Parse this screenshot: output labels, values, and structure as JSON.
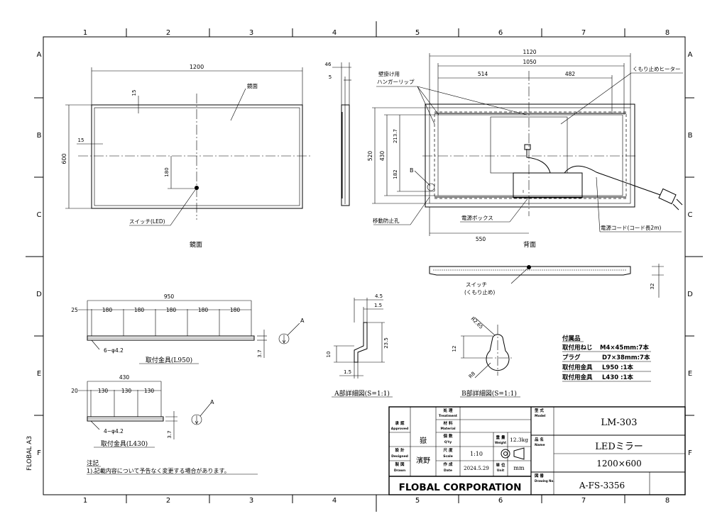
{
  "grid": {
    "columns": [
      "1",
      "2",
      "3",
      "4",
      "5",
      "6",
      "7",
      "8"
    ],
    "rows": [
      "A",
      "B",
      "C",
      "D",
      "E",
      "F"
    ]
  },
  "sheet_size_label": "FLOBAL A3",
  "front_view": {
    "caption": "鏡面",
    "label_mirror": "鏡面",
    "label_switch": "スイッチ(LED)",
    "dim_width": "1200",
    "dim_height": "600",
    "dim_top_margin": "15",
    "dim_side_margin": "15",
    "dim_switch_height": "180"
  },
  "side_view": {
    "dim_depth": "46",
    "dim_thickness": "5"
  },
  "back_view": {
    "caption": "背面",
    "label_hanger": "壁掛け用\nハンガーリップ",
    "label_hanger_1": "壁掛け用",
    "label_hanger_2": "ハンガーリップ",
    "label_heater": "くもり止めヒーター",
    "label_power_box": "電源ボックス",
    "label_cord": "電源コード(コード長2m)",
    "label_anti_move": "移動防止孔",
    "label_b": "B",
    "dim_1120": "1120",
    "dim_1050": "1050",
    "dim_514": "514",
    "dim_482": "482",
    "dim_520": "520",
    "dim_430": "430",
    "dim_213_7": "213.7",
    "dim_182": "182",
    "dim_550": "550"
  },
  "bottom_view": {
    "label_switch_1": "スイッチ",
    "label_switch_2": "(くもり止め)",
    "dim_32": "32"
  },
  "bracket_950": {
    "caption": "取付金具(L950)",
    "dim_total": "950",
    "dim_edge": "25",
    "dim_pitch": "180",
    "holes": "6−φ4.2",
    "dim_37": "3.7",
    "label_a": "A"
  },
  "bracket_430": {
    "caption": "取付金具(L430)",
    "dim_total": "430",
    "dim_edge": "20",
    "dim_pitch": "130",
    "holes": "4−φ4.2",
    "dim_37": "3.7",
    "label_a": "A"
  },
  "detail_a": {
    "caption": "A部詳細図(S=1:1)",
    "dim_45": "4.5",
    "dim_15a": "1.5",
    "dim_235": "23.5",
    "dim_10": "10",
    "dim_15b": "1.5"
  },
  "detail_b": {
    "caption": "B部詳細図(S=1:1)",
    "dim_r265": "R2.65",
    "dim_12": "12",
    "dim_r8": "R8"
  },
  "accessories": {
    "title": "付属品",
    "rows": [
      {
        "name": "取付用ねじ",
        "value": "M4×45mm:7本"
      },
      {
        "name": "プラグ",
        "value": "D7×38mm:7本"
      },
      {
        "name": "取付用金具",
        "value": "L950 :1本"
      },
      {
        "name": "取付用金具",
        "value": "L430 :1本"
      }
    ]
  },
  "notes": {
    "title": "注記",
    "line1": "1).記載内容について予告なく変更する場合があります。"
  },
  "title_block": {
    "approved_jp": "承 認",
    "approved_en": "Approved",
    "approver": "嶽",
    "designed_jp": "設 計",
    "designed_en": "Designed",
    "drawn_jp": "製 図",
    "drawn_en": "Drawn",
    "drafter": "濱野",
    "treatment_jp": "処 理",
    "treatment_en": "Treatment",
    "material_jp": "材 料",
    "material_en": "Material",
    "qty_jp": "個 数",
    "qty_en": "Q'ty",
    "weight_jp": "重 量",
    "weight_en": "Weight",
    "weight_value": "12.3kg",
    "scale_jp": "尺 度",
    "scale_en": "Scale",
    "scale_value": "1:10",
    "date_jp": "作 成",
    "date_en": "Date",
    "date_value": "2024.5.29",
    "unit_jp": "単 位",
    "unit_en": "Unit",
    "unit_value": "mm",
    "model_jp": "型 式",
    "model_en": "Model",
    "model_value": "LM-303",
    "name_jp": "品 名",
    "name_en": "Name",
    "name_value": "LEDミラー",
    "size_value": "1200×600",
    "drawing_no_jp": "図 番",
    "drawing_no_en": "Drawing No.",
    "drawing_no_value": "A-FS-3356",
    "company": "FLOBAL CORPORATION"
  }
}
